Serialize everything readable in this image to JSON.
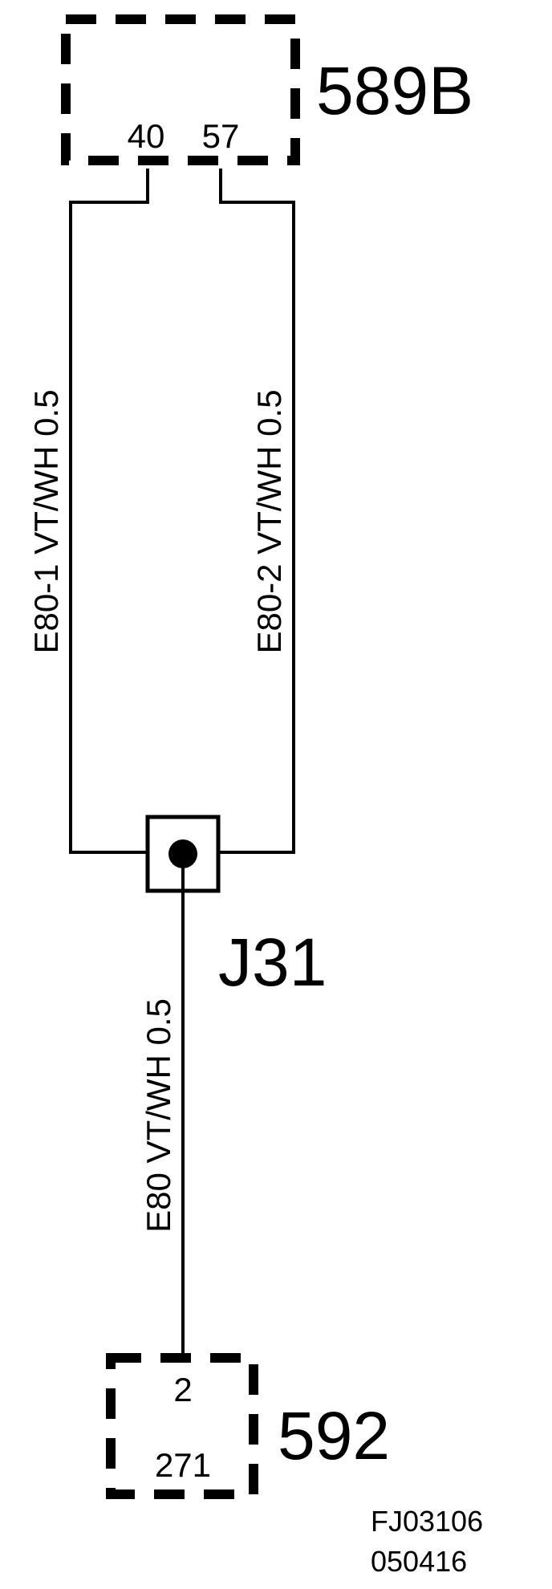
{
  "connectors": {
    "top": {
      "id": "589B",
      "pins": [
        "40",
        "57"
      ]
    },
    "bottom": {
      "id": "592",
      "pins": [
        "2",
        "271"
      ]
    },
    "splice": {
      "id": "J31"
    }
  },
  "wires": {
    "left": "E80-1   VT/WH  0.5",
    "right": "E80-2   VT/WH  0.5",
    "bottom": "E80  VT/WH  0.5"
  },
  "footer": {
    "code": "FJ03106",
    "date": "050416"
  }
}
